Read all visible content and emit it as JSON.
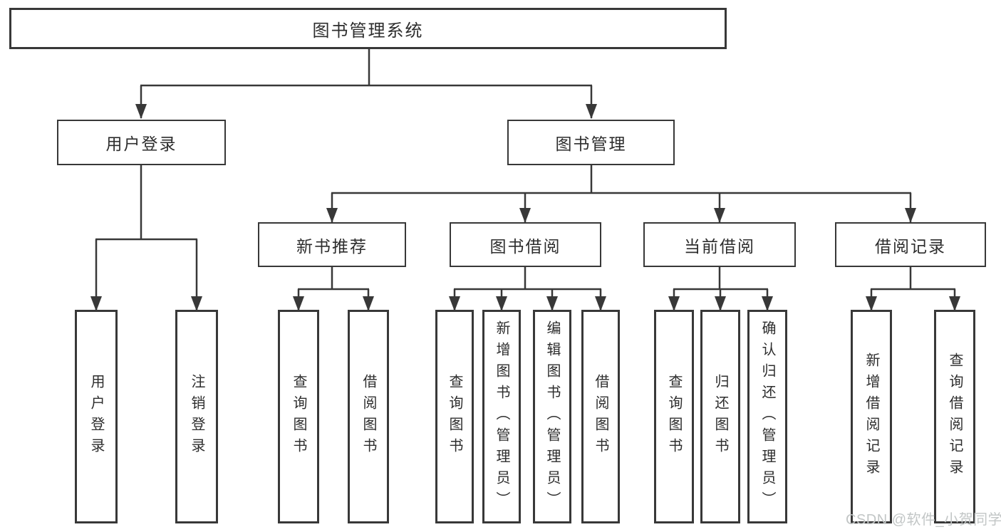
{
  "diagram": {
    "root": {
      "label": "图书管理系统"
    },
    "branches": [
      {
        "label": "用户登录",
        "children": [
          "用户登录",
          "注销登录"
        ]
      },
      {
        "label": "图书管理",
        "sections": [
          {
            "label": "新书推荐",
            "children": [
              "查询图书",
              "借阅图书"
            ]
          },
          {
            "label": "图书借阅",
            "children": [
              "查询图书",
              "新增图书（管理员）",
              "编辑图书（管理员）",
              "借阅图书"
            ]
          },
          {
            "label": "当前借阅",
            "children": [
              "查询图书",
              "归还图书",
              "确认归还（管理员）"
            ]
          },
          {
            "label": "借阅记录",
            "children": [
              "新增借阅记录",
              "查询借阅记录"
            ]
          }
        ]
      }
    ]
  },
  "watermark": {
    "text": "CSDN @软件_小贺同学"
  },
  "colors": {
    "line": "#383838",
    "text": "#2d2d2d",
    "watermark": "#c2c6c6",
    "background": "#ffffff"
  }
}
